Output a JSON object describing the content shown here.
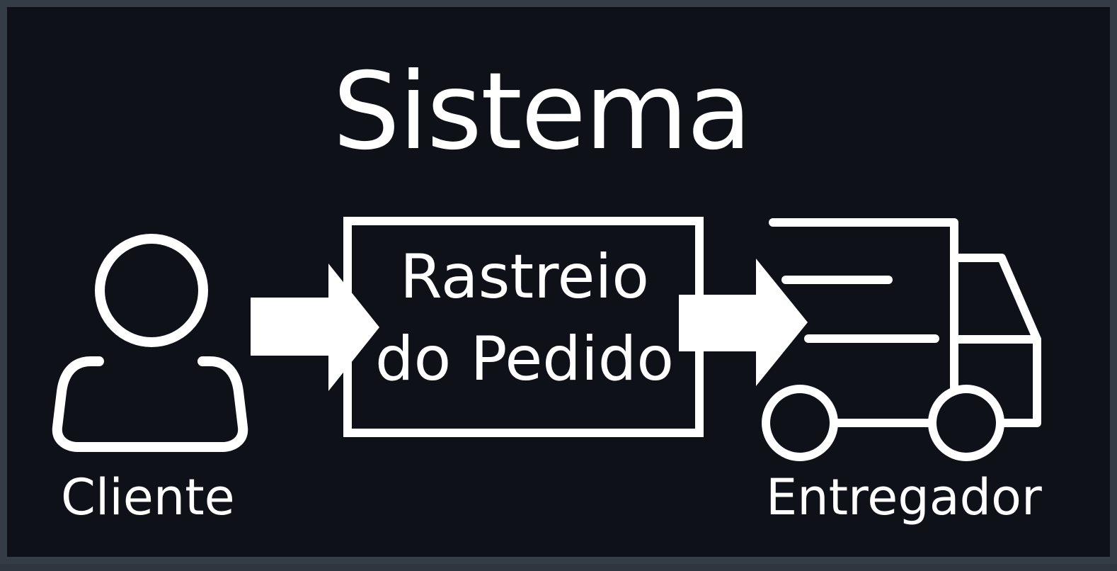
{
  "diagram": {
    "title": "Sistema",
    "process": {
      "line1": "Rastreio",
      "line2": "do Pedido"
    },
    "actors": {
      "client": "Cliente",
      "courier": "Entregador"
    },
    "colors": {
      "background": "#0e1118",
      "border": "#343c46",
      "foreground": "#ffffff"
    },
    "icons": {
      "client": "person-icon",
      "courier": "delivery-truck-icon"
    }
  }
}
